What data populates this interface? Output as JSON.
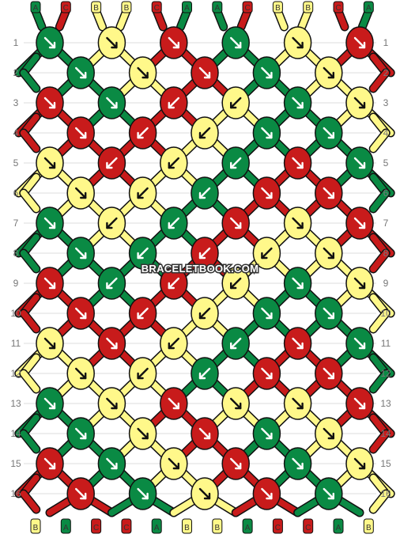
{
  "colors": {
    "A": "#0a8a44",
    "B": "#fff88a",
    "C": "#c81b1b",
    "outline": "#111111",
    "arrow_dark": "#ffffff",
    "arrow_light": "#111111"
  },
  "watermark": "BRACELETBOOK.COM",
  "top_strands": [
    "A",
    "C",
    "B",
    "B",
    "C",
    "A",
    "A",
    "C",
    "B",
    "B",
    "C",
    "A"
  ],
  "bottom_strands": [
    "B",
    "A",
    "C",
    "C",
    "A",
    "B",
    "B",
    "A",
    "C",
    "C",
    "A",
    "B"
  ],
  "rows": [
    {
      "label": "1",
      "knots": [
        {
          "c": "A",
          "d": "r"
        },
        {
          "c": "B",
          "d": "r"
        },
        {
          "c": "C",
          "d": "r"
        },
        {
          "c": "A",
          "d": "r"
        },
        {
          "c": "B",
          "d": "r"
        },
        {
          "c": "C",
          "d": "r"
        }
      ]
    },
    {
      "label": "2",
      "knots": [
        {
          "c": "A",
          "d": "r"
        },
        {
          "c": "B",
          "d": "r"
        },
        {
          "c": "C",
          "d": "r"
        },
        {
          "c": "A",
          "d": "r"
        },
        {
          "c": "B",
          "d": "r"
        }
      ]
    },
    {
      "label": "3",
      "knots": [
        {
          "c": "C",
          "d": "r"
        },
        {
          "c": "A",
          "d": "r"
        },
        {
          "c": "C",
          "d": "l"
        },
        {
          "c": "B",
          "d": "l"
        },
        {
          "c": "A",
          "d": "r"
        },
        {
          "c": "B",
          "d": "r"
        }
      ]
    },
    {
      "label": "4",
      "knots": [
        {
          "c": "C",
          "d": "r"
        },
        {
          "c": "C",
          "d": "l"
        },
        {
          "c": "B",
          "d": "l"
        },
        {
          "c": "A",
          "d": "r"
        },
        {
          "c": "A",
          "d": "r"
        }
      ]
    },
    {
      "label": "5",
      "knots": [
        {
          "c": "B",
          "d": "r"
        },
        {
          "c": "C",
          "d": "l"
        },
        {
          "c": "B",
          "d": "l"
        },
        {
          "c": "A",
          "d": "l"
        },
        {
          "c": "C",
          "d": "r"
        },
        {
          "c": "A",
          "d": "r"
        }
      ]
    },
    {
      "label": "6",
      "knots": [
        {
          "c": "B",
          "d": "r"
        },
        {
          "c": "B",
          "d": "l"
        },
        {
          "c": "A",
          "d": "l"
        },
        {
          "c": "C",
          "d": "r"
        },
        {
          "c": "C",
          "d": "r"
        }
      ]
    },
    {
      "label": "7",
      "knots": [
        {
          "c": "A",
          "d": "r"
        },
        {
          "c": "B",
          "d": "l"
        },
        {
          "c": "A",
          "d": "l"
        },
        {
          "c": "C",
          "d": "r"
        },
        {
          "c": "B",
          "d": "r"
        },
        {
          "c": "C",
          "d": "r"
        }
      ]
    },
    {
      "label": "8",
      "knots": [
        {
          "c": "A",
          "d": "r"
        },
        {
          "c": "A",
          "d": "l"
        },
        {
          "c": "C",
          "d": "l"
        },
        {
          "c": "B",
          "d": "l"
        },
        {
          "c": "B",
          "d": "r"
        }
      ]
    },
    {
      "label": "9",
      "knots": [
        {
          "c": "C",
          "d": "r"
        },
        {
          "c": "A",
          "d": "l"
        },
        {
          "c": "C",
          "d": "l"
        },
        {
          "c": "B",
          "d": "l"
        },
        {
          "c": "A",
          "d": "r"
        },
        {
          "c": "B",
          "d": "r"
        }
      ]
    },
    {
      "label": "10",
      "knots": [
        {
          "c": "C",
          "d": "r"
        },
        {
          "c": "C",
          "d": "l"
        },
        {
          "c": "B",
          "d": "l"
        },
        {
          "c": "A",
          "d": "r"
        },
        {
          "c": "A",
          "d": "r"
        }
      ]
    },
    {
      "label": "11",
      "knots": [
        {
          "c": "B",
          "d": "r"
        },
        {
          "c": "C",
          "d": "r"
        },
        {
          "c": "B",
          "d": "l"
        },
        {
          "c": "A",
          "d": "l"
        },
        {
          "c": "C",
          "d": "r"
        },
        {
          "c": "A",
          "d": "r"
        }
      ]
    },
    {
      "label": "12",
      "knots": [
        {
          "c": "B",
          "d": "r"
        },
        {
          "c": "B",
          "d": "l"
        },
        {
          "c": "A",
          "d": "l"
        },
        {
          "c": "C",
          "d": "r"
        },
        {
          "c": "C",
          "d": "r"
        }
      ]
    },
    {
      "label": "13",
      "knots": [
        {
          "c": "A",
          "d": "r"
        },
        {
          "c": "B",
          "d": "r"
        },
        {
          "c": "C",
          "d": "r"
        },
        {
          "c": "B",
          "d": "r"
        },
        {
          "c": "B",
          "d": "r"
        },
        {
          "c": "C",
          "d": "r"
        }
      ]
    },
    {
      "label": "14",
      "knots": [
        {
          "c": "A",
          "d": "r"
        },
        {
          "c": "B",
          "d": "r"
        },
        {
          "c": "C",
          "d": "r"
        },
        {
          "c": "A",
          "d": "r"
        },
        {
          "c": "B",
          "d": "r"
        }
      ]
    },
    {
      "label": "15",
      "knots": [
        {
          "c": "C",
          "d": "r"
        },
        {
          "c": "A",
          "d": "r"
        },
        {
          "c": "B",
          "d": "r"
        },
        {
          "c": "C",
          "d": "r"
        },
        {
          "c": "A",
          "d": "r"
        },
        {
          "c": "B",
          "d": "r"
        }
      ]
    },
    {
      "label": "16",
      "knots": [
        {
          "c": "C",
          "d": "r"
        },
        {
          "c": "A",
          "d": "r"
        },
        {
          "c": "B",
          "d": "r"
        },
        {
          "c": "C",
          "d": "r"
        },
        {
          "c": "A",
          "d": "r"
        }
      ]
    }
  ]
}
